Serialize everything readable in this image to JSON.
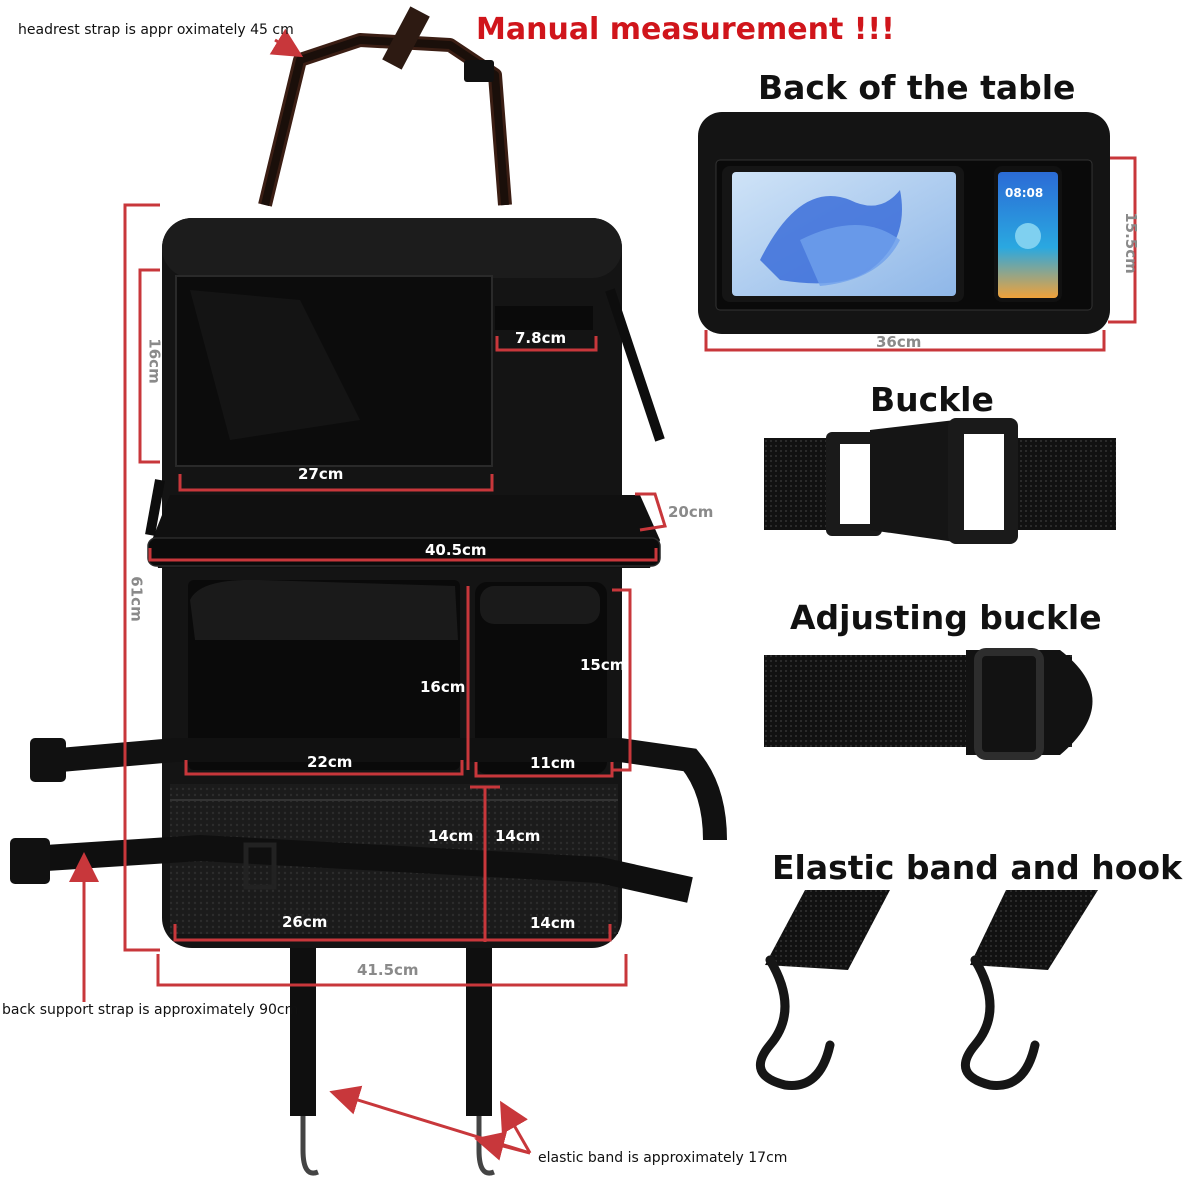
{
  "title": "Manual measurement !!!",
  "notes": {
    "headrest": "headrest strap is appr oximately 45 cm",
    "back_support": "back support strap is approximately 90cm",
    "elastic": "elastic band is approximately 17cm"
  },
  "sections": {
    "back_of_table": "Back of the table",
    "buckle": "Buckle",
    "adjusting_buckle": "Adjusting buckle",
    "elastic_band_hook": "Elastic band and hook"
  },
  "phone": {
    "clock": "08:08"
  },
  "dimensions": {
    "tablet_width": "27cm",
    "tablet_height": "16cm",
    "slot_width": "7.8cm",
    "tray_depth": "20cm",
    "tray_width": "40.5cm",
    "total_height": "61cm",
    "pocket_height": "16cm",
    "pocket_width": "22cm",
    "cup_height": "15cm",
    "cup_width": "11cm",
    "mesh_left_height": "14cm",
    "mesh_right_height": "14cm",
    "mesh_left_width": "26cm",
    "mesh_right_width": "14cm",
    "total_width": "41.5cm",
    "back_width": "36cm",
    "back_height": "15.5cm"
  },
  "colors": {
    "accent": "#d0151b",
    "bag": "#141414",
    "measure_line": "#c8373b"
  }
}
